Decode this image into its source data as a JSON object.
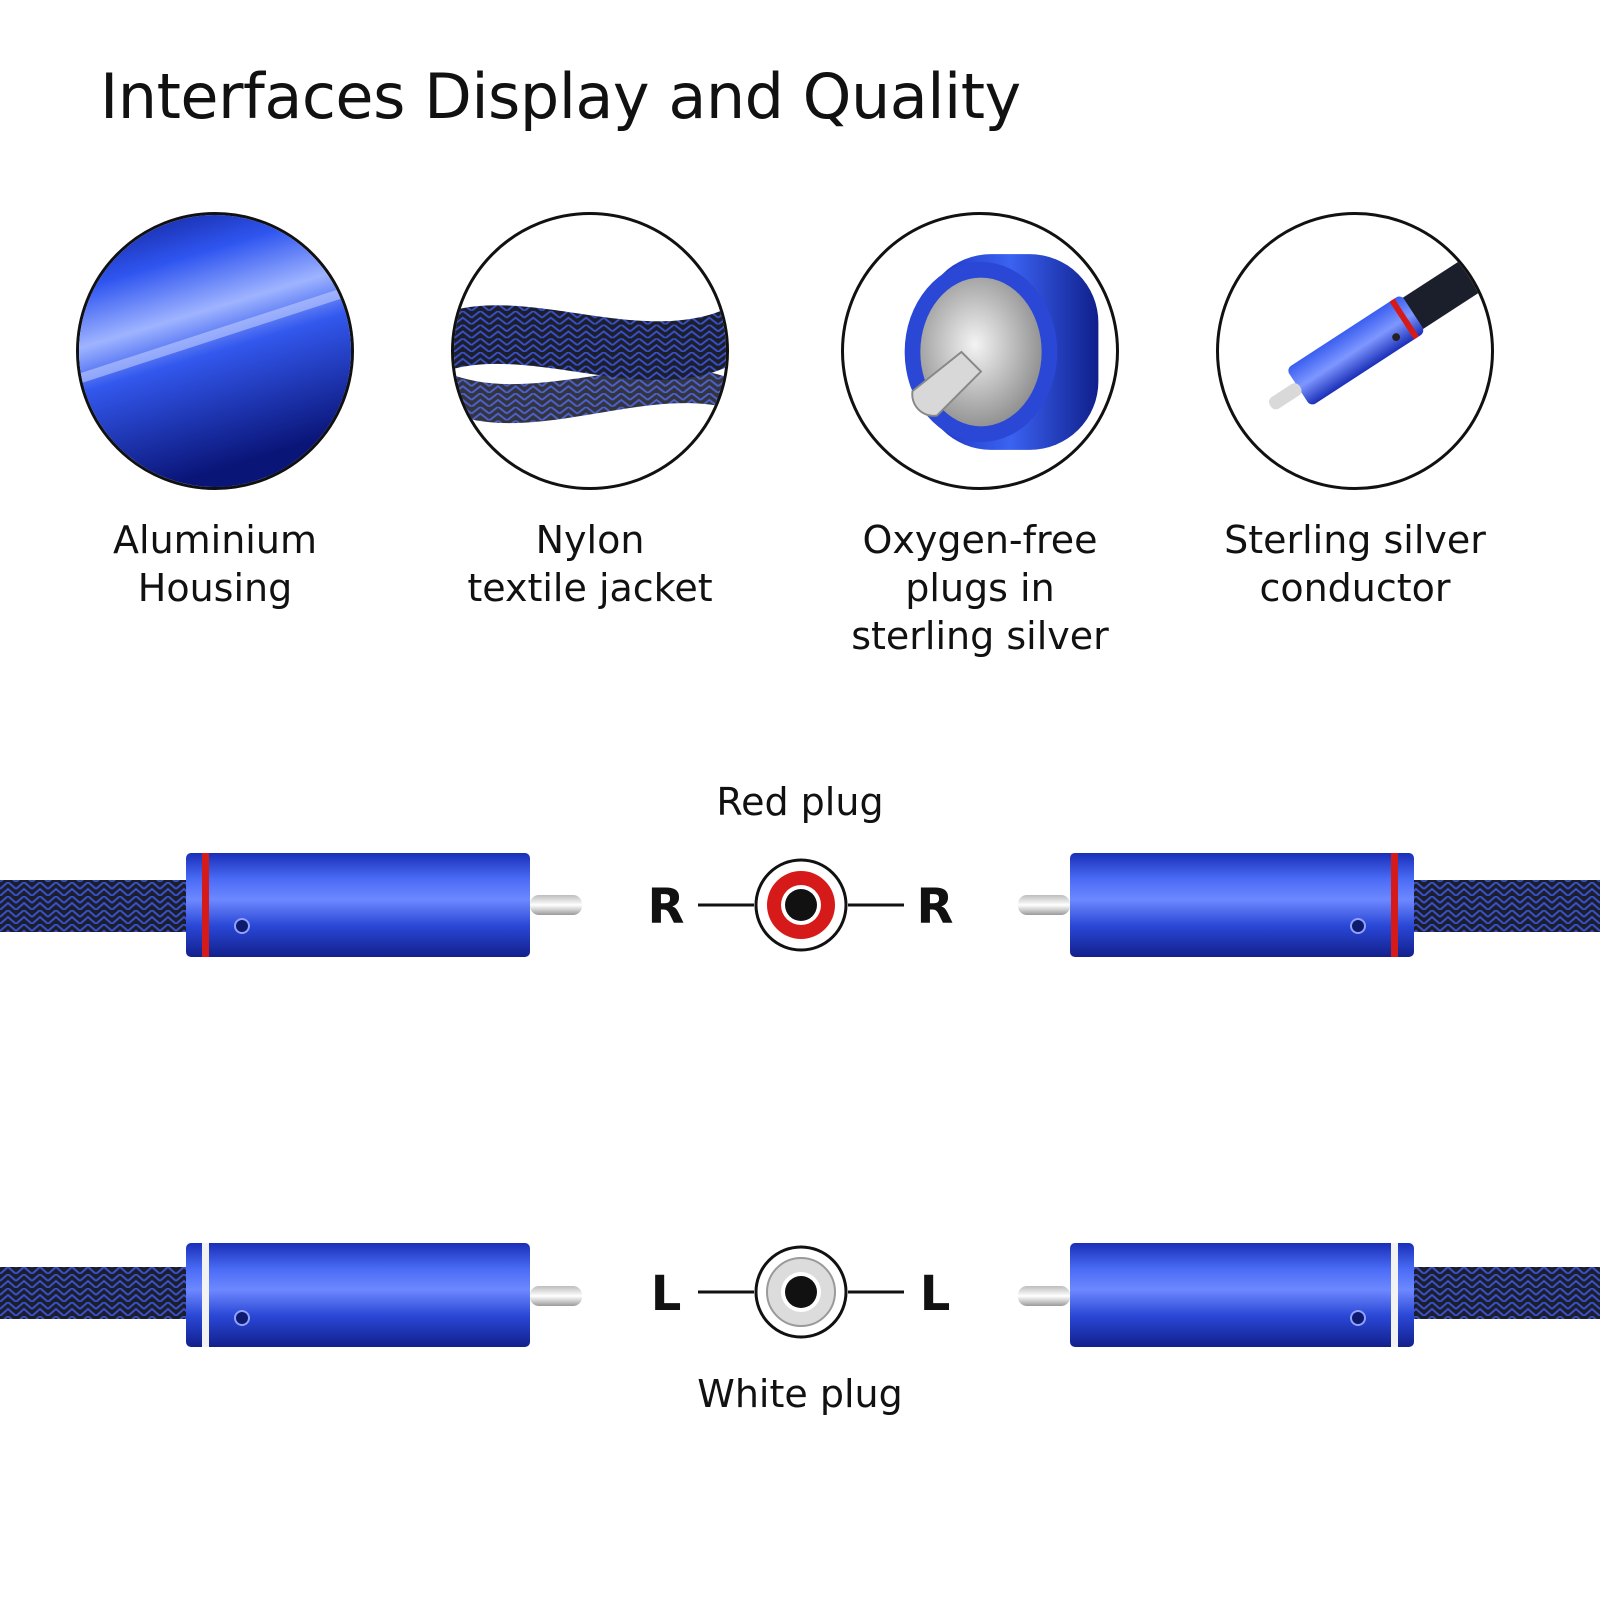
{
  "title": "Interfaces Display and Quality",
  "features": [
    {
      "icon": "aluminium-housing-image",
      "label": "Aluminium\nHousing"
    },
    {
      "icon": "nylon-jacket-image",
      "label": "Nylon\ntextile jacket"
    },
    {
      "icon": "plug-tip-image",
      "label": "Oxygen-free\nplugs in\nsterling silver"
    },
    {
      "icon": "connector-image",
      "label": "Sterling silver\nconductor"
    }
  ],
  "channels": {
    "red": {
      "plug_label": "Red plug",
      "letter": "R",
      "ring_color": "#d61a1a"
    },
    "white": {
      "plug_label": "White plug",
      "letter": "L",
      "ring_color": "#f2f2f2"
    }
  },
  "colors": {
    "housing_blue": "#2a47d6",
    "braid_dark": "#1b1e2b",
    "braid_blue": "#3a4fc8"
  }
}
